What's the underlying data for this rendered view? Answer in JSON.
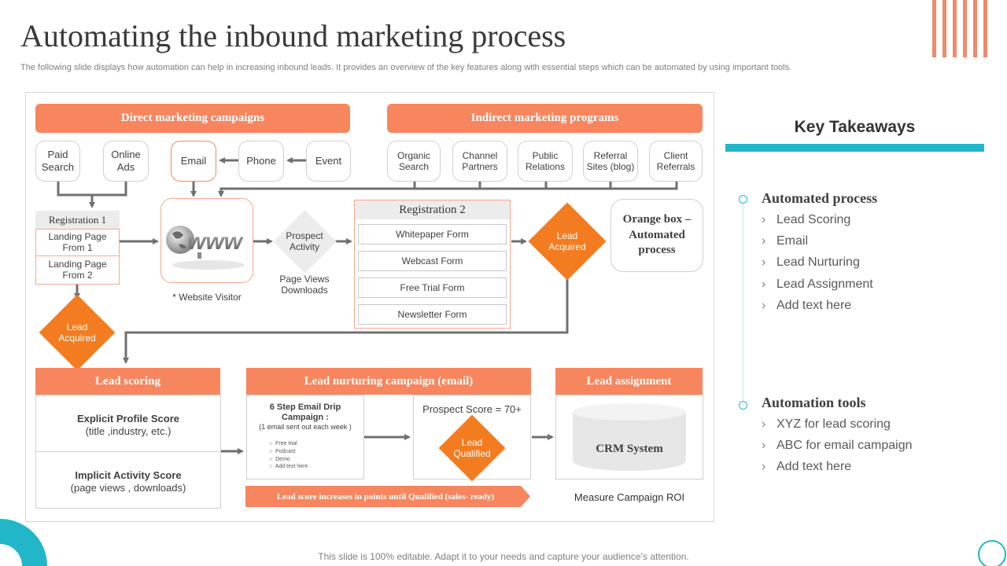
{
  "slide": {
    "title": "Automating the inbound marketing process",
    "subtitle": "The following slide displays how automation can help in increasing inbound leads. It provides an overview of the key features along with essential steps which can be automated  by using important tools.",
    "footer": "This slide is 100% editable. Adapt it to your needs and capture your audience’s attention."
  },
  "direct": {
    "header": "Direct marketing campaigns",
    "sources": [
      "Paid Search",
      "Online Ads",
      "Email",
      "Phone",
      "Event"
    ]
  },
  "indirect": {
    "header": "Indirect marketing programs",
    "sources": [
      "Organic Search",
      "Channel Partners",
      "Public Relations",
      "Referral Sites (blog)",
      "Client Referrals"
    ]
  },
  "registration1": {
    "header": "Registration 1",
    "items": [
      "Landing Page From 1",
      "Landing Page From 2"
    ]
  },
  "website": {
    "logo_text": "www",
    "caption": "* Website Visitor"
  },
  "prospect": {
    "label": "Prospect Activity",
    "caption_line1": "Page Views",
    "caption_line2": "Downloads"
  },
  "registration2": {
    "header": "Registration  2",
    "forms": [
      "Whitepaper Form",
      "Webcast Form",
      "Free Trial Form",
      "Newsletter Form"
    ]
  },
  "lead_acquired_right": "Lead Acquired",
  "lead_acquired_left": "Lead Acquired",
  "legend_box": "Orange box – Automated process",
  "lead_scoring": {
    "header": "Lead scoring",
    "explicit_title": "Explicit Profile Score",
    "explicit_sub": "(title ,industry, etc.)",
    "implicit_title": "Implicit Activity  Score",
    "implicit_sub": "(page views  , downloads)"
  },
  "nurturing": {
    "header": "Lead nurturing  campaign  (email)",
    "drip_title": "6 Step Email Drip Campaign :",
    "drip_sub": "(1 email sent out each week )",
    "drip_items": [
      "Free trial",
      "Podcast",
      "Demo",
      "Add text here"
    ],
    "prospect_score": "Prospect Score = 70+",
    "lead_qualified": "Lead Qualified",
    "banner": "Lead score increases in points until Qualified (sales- ready)"
  },
  "assignment": {
    "header": "Lead assignment",
    "crm": "CRM System",
    "caption": "Measure Campaign ROI"
  },
  "takeaways": {
    "title": "Key Takeaways",
    "groups": [
      {
        "heading": "Automated process",
        "items": [
          "Lead Scoring",
          "Email",
          "Lead Nurturing",
          "Lead Assignment",
          "Add text here"
        ]
      },
      {
        "heading": "Automation tools",
        "items": [
          "XYZ for lead scoring",
          "ABC for email campaign",
          "Add text here"
        ]
      }
    ]
  },
  "colors": {
    "orange": "#f7865f",
    "diamond_orange": "#f47c20",
    "teal": "#21b7c8",
    "stripe": "#f08a6c"
  }
}
